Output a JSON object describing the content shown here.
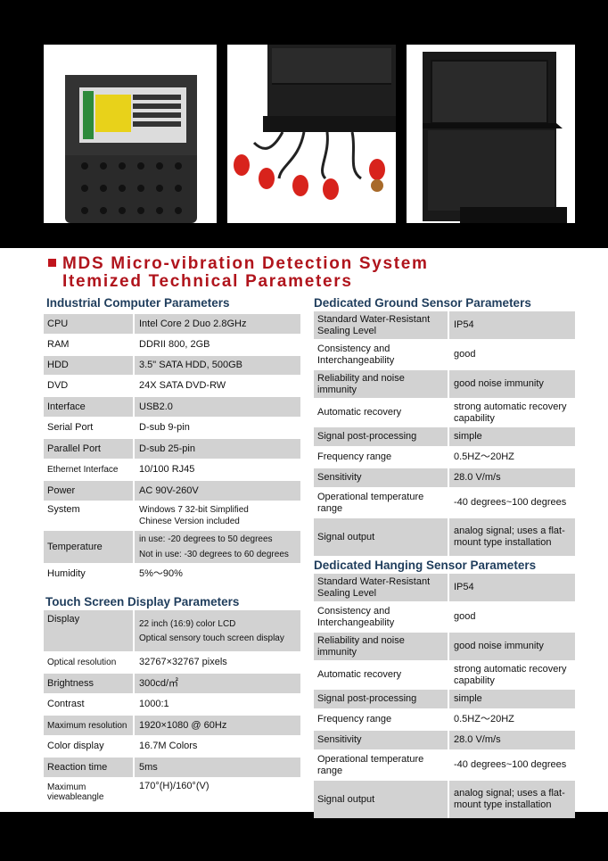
{
  "title": {
    "line1": "MDS Micro-vibration Detection System",
    "line2": "Itemized Technical Parameters"
  },
  "colors": {
    "accent": "#b0141c",
    "section_heading": "#1f3d5c",
    "row_shade": "#d2d2d2"
  },
  "industrial": {
    "heading": "Industrial Computer Parameters",
    "rows": [
      {
        "k": "CPU",
        "v": "Intel Core 2 Duo 2.8GHz"
      },
      {
        "k": "RAM",
        "v": "DDRII 800, 2GB"
      },
      {
        "k": "HDD",
        "v": "3.5\" SATA HDD, 500GB"
      },
      {
        "k": "DVD",
        "v": "24X SATA DVD-RW"
      },
      {
        "k": "Interface",
        "v": "USB2.0"
      },
      {
        "k": "Serial Port",
        "v": "D-sub 9-pin"
      },
      {
        "k": "Parallel Port",
        "v": "D-sub 25-pin"
      },
      {
        "k": "Ethernet Interface",
        "v": "10/100 RJ45"
      },
      {
        "k": "Power",
        "v": "AC 90V-260V"
      },
      {
        "k": "System",
        "v": "Windows 7 32-bit Simplified",
        "v2": "Chinese Version included"
      },
      {
        "k": "Temperature",
        "v": "in use: -20 degrees to 50 degrees",
        "v2": "Not in use: -30 degrees to 60 degrees"
      },
      {
        "k": "Humidity",
        "v": " 5%～90%"
      }
    ]
  },
  "touch": {
    "heading": "Touch Screen Display Parameters",
    "rows": [
      {
        "k": "Display",
        "v": "22 inch (16:9) color LCD",
        "v2": "Optical sensory touch screen display"
      },
      {
        "k": "Optical resolution",
        "v": "32767×32767 pixels"
      },
      {
        "k": "Brightness",
        "v": "300cd/㎡"
      },
      {
        "k": "Contrast",
        "v": "1000:1"
      },
      {
        "k": "Maximum resolution",
        "v": "1920×1080 @ 60Hz"
      },
      {
        "k": "Color display",
        "v": "16.7M Colors"
      },
      {
        "k": "Reaction time",
        "v": "5ms"
      },
      {
        "k": "Maximum viewableangle",
        "v": "170°(H)/160°(V)"
      }
    ]
  },
  "ground": {
    "heading": "Dedicated Ground Sensor Parameters",
    "rows": [
      {
        "k": "Standard Water-Resistant Sealing Level",
        "v": "IP54"
      },
      {
        "k": "Consistency and Interchangeability",
        "v": "good"
      },
      {
        "k": "Reliability and noise immunity",
        "v": "good noise immunity"
      },
      {
        "k": "Automatic recovery",
        "v": "strong automatic recovery capability"
      },
      {
        "k": "Signal post-processing",
        "v": "simple"
      },
      {
        "k": "Frequency range",
        "v": "0.5HZ～20HZ"
      },
      {
        "k": "Sensitivity",
        "v": "28.0 V/m/s"
      },
      {
        "k": "Operational temperature range",
        "v": "-40 degrees~100 degrees"
      },
      {
        "k": "Signal output",
        "v": "analog signal; uses a flat-mount type installation"
      }
    ]
  },
  "hanging": {
    "heading": "Dedicated Hanging Sensor Parameters",
    "rows": [
      {
        "k": "Standard Water-Resistant Sealing Level",
        "v": "IP54"
      },
      {
        "k": "Consistency and Interchangeability",
        "v": "good"
      },
      {
        "k": "Reliability and noise immunity",
        "v": "good noise immunity"
      },
      {
        "k": "Automatic recovery",
        "v": "strong automatic recovery capability"
      },
      {
        "k": "Signal post-processing",
        "v": "simple"
      },
      {
        "k": "Frequency range",
        "v": "0.5HZ～20HZ"
      },
      {
        "k": "Sensitivity",
        "v": "28.0 V/m/s"
      },
      {
        "k": "Operational temperature range",
        "v": "-40 degrees~100 degrees"
      },
      {
        "k": "Signal output",
        "v": "analog signal; uses a flat-mount type installation"
      }
    ]
  }
}
